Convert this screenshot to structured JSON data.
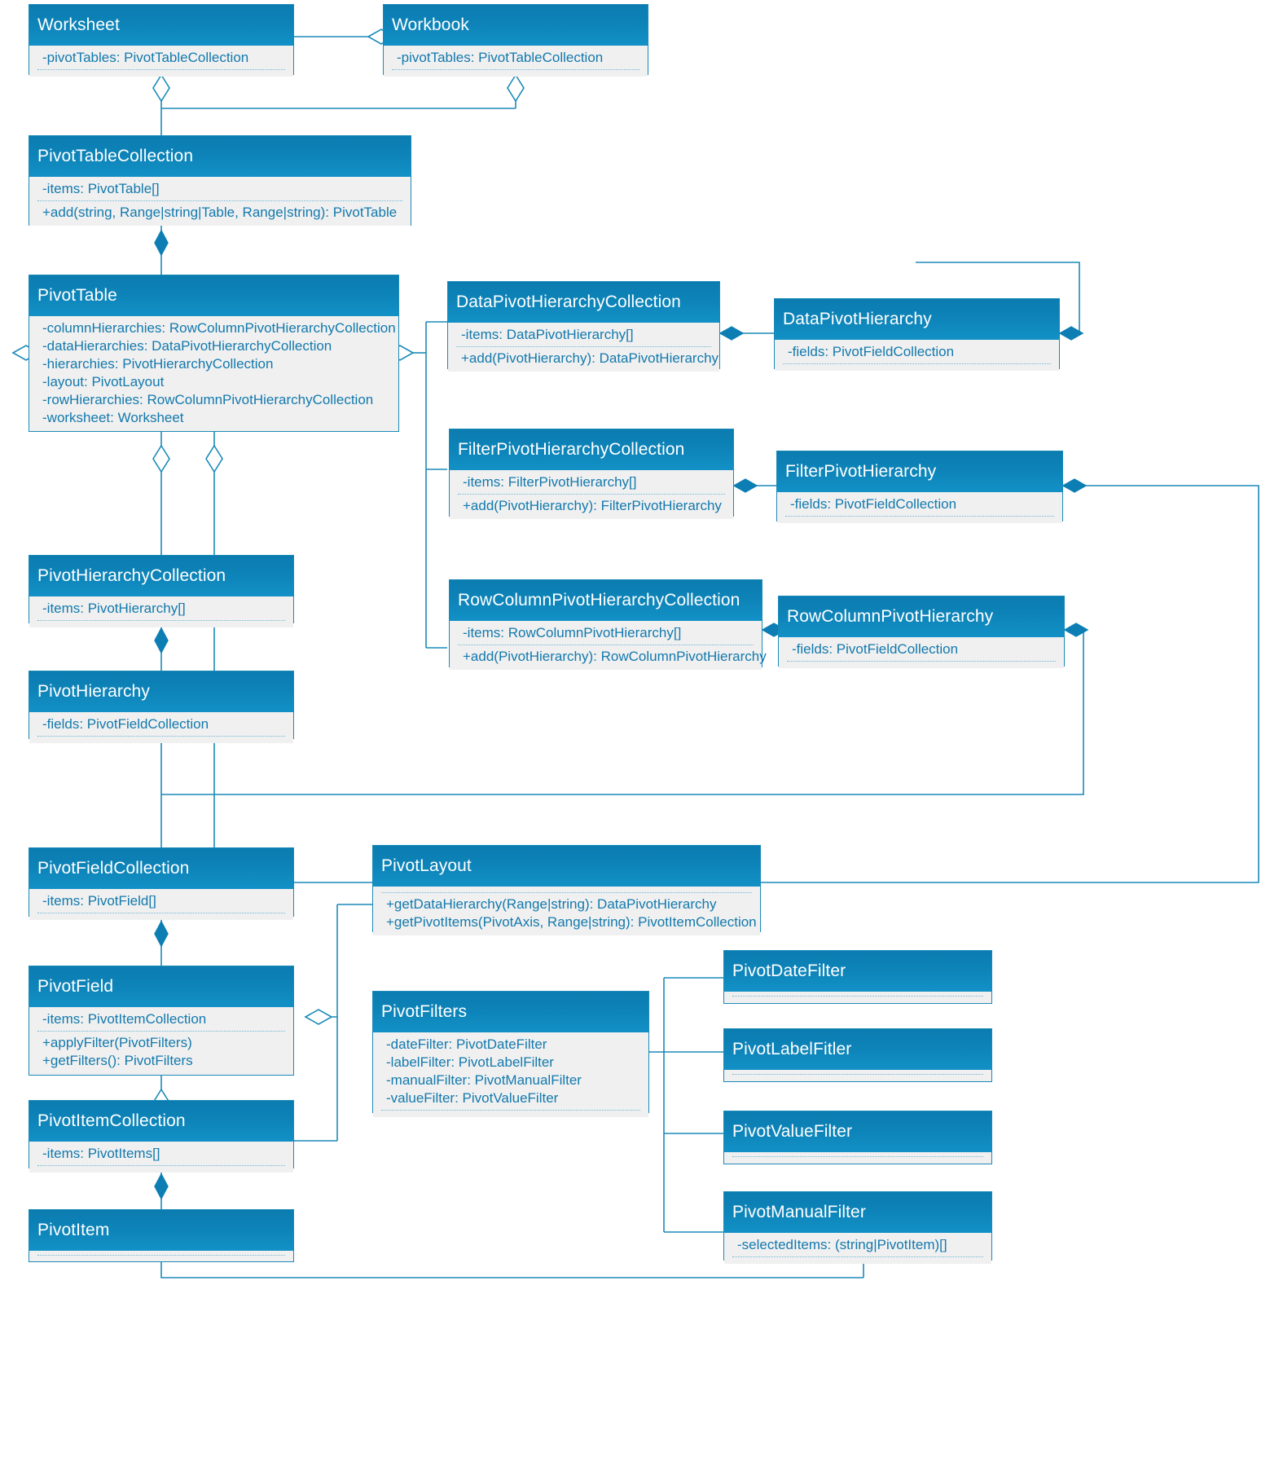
{
  "diagram": {
    "title": "Excel PivotTable API UML class diagram",
    "accent": "#0d83b8",
    "header_text_color": "#ffffff",
    "body_fill": "#f0f0f0",
    "member_text_color": "#1379ad",
    "line_color": "#1b8ab8"
  },
  "classes": [
    {
      "id": "worksheet",
      "name": "Worksheet",
      "attributes": [
        "-pivotTables: PivotTableCollection"
      ],
      "operations": []
    },
    {
      "id": "workbook",
      "name": "Workbook",
      "attributes": [
        "-pivotTables: PivotTableCollection"
      ],
      "operations": []
    },
    {
      "id": "pivotTableCollection",
      "name": "PivotTableCollection",
      "attributes": [
        "-items: PivotTable[]"
      ],
      "operations": [
        "+add(string, Range|string|Table, Range|string): PivotTable"
      ]
    },
    {
      "id": "pivotTable",
      "name": "PivotTable",
      "attributes": [
        "-columnHierarchies: RowColumnPivotHierarchyCollection",
        "-dataHierarchies: DataPivotHierarchyCollection",
        "-hierarchies: PivotHierarchyCollection",
        "-layout: PivotLayout",
        "-rowHierarchies: RowColumnPivotHierarchyCollection",
        "-worksheet: Worksheet"
      ],
      "operations": []
    },
    {
      "id": "dataPivotHierarchyCollection",
      "name": "DataPivotHierarchyCollection",
      "attributes": [
        "-items: DataPivotHierarchy[]"
      ],
      "operations": [
        "+add(PivotHierarchy): DataPivotHierarchy"
      ]
    },
    {
      "id": "dataPivotHierarchy",
      "name": "DataPivotHierarchy",
      "attributes": [
        "-fields: PivotFieldCollection"
      ],
      "operations": []
    },
    {
      "id": "filterPivotHierarchyCollection",
      "name": "FilterPivotHierarchyCollection",
      "attributes": [
        "-items: FilterPivotHierarchy[]"
      ],
      "operations": [
        "+add(PivotHierarchy): FilterPivotHierarchy"
      ]
    },
    {
      "id": "filterPivotHierarchy",
      "name": "FilterPivotHierarchy",
      "attributes": [
        "-fields: PivotFieldCollection"
      ],
      "operations": []
    },
    {
      "id": "rowColumnPivotHierarchyCollection",
      "name": "RowColumnPivotHierarchyCollection",
      "attributes": [
        "-items: RowColumnPivotHierarchy[]"
      ],
      "operations": [
        "+add(PivotHierarchy): RowColumnPivotHierarchy"
      ]
    },
    {
      "id": "rowColumnPivotHierarchy",
      "name": "RowColumnPivotHierarchy",
      "attributes": [
        "-fields: PivotFieldCollection"
      ],
      "operations": []
    },
    {
      "id": "pivotHierarchyCollection",
      "name": "PivotHierarchyCollection",
      "attributes": [
        "-items: PivotHierarchy[]"
      ],
      "operations": []
    },
    {
      "id": "pivotHierarchy",
      "name": "PivotHierarchy",
      "attributes": [
        "-fields: PivotFieldCollection"
      ],
      "operations": []
    },
    {
      "id": "pivotFieldCollection",
      "name": "PivotFieldCollection",
      "attributes": [
        "-items: PivotField[]"
      ],
      "operations": []
    },
    {
      "id": "pivotLayout",
      "name": "PivotLayout",
      "attributes": [],
      "operations": [
        "+getDataHierarchy(Range|string): DataPivotHierarchy",
        "+getPivotItems(PivotAxis, Range|string): PivotItemCollection"
      ]
    },
    {
      "id": "pivotField",
      "name": "PivotField",
      "attributes": [
        "-items: PivotItemCollection"
      ],
      "operations": [
        "+applyFilter(PivotFilters)",
        "+getFilters(): PivotFilters"
      ]
    },
    {
      "id": "pivotFilters",
      "name": "PivotFilters",
      "attributes": [
        "-dateFilter: PivotDateFilter",
        "-labelFilter: PivotLabelFilter",
        "-manualFilter: PivotManualFilter",
        "-valueFilter: PivotValueFilter"
      ],
      "operations": []
    },
    {
      "id": "pivotItemCollection",
      "name": "PivotItemCollection",
      "attributes": [
        "-items: PivotItems[]"
      ],
      "operations": []
    },
    {
      "id": "pivotItem",
      "name": "PivotItem",
      "attributes": [],
      "operations": []
    },
    {
      "id": "pivotDateFilter",
      "name": "PivotDateFilter",
      "attributes": [],
      "operations": []
    },
    {
      "id": "pivotLabelFilter",
      "name": "PivotLabelFitler",
      "attributes": [],
      "operations": []
    },
    {
      "id": "pivotValueFilter",
      "name": "PivotValueFilter",
      "attributes": [],
      "operations": []
    },
    {
      "id": "pivotManualFilter",
      "name": "PivotManualFilter",
      "attributes": [
        "-selectedItems: (string|PivotItem)[]"
      ],
      "operations": []
    }
  ]
}
